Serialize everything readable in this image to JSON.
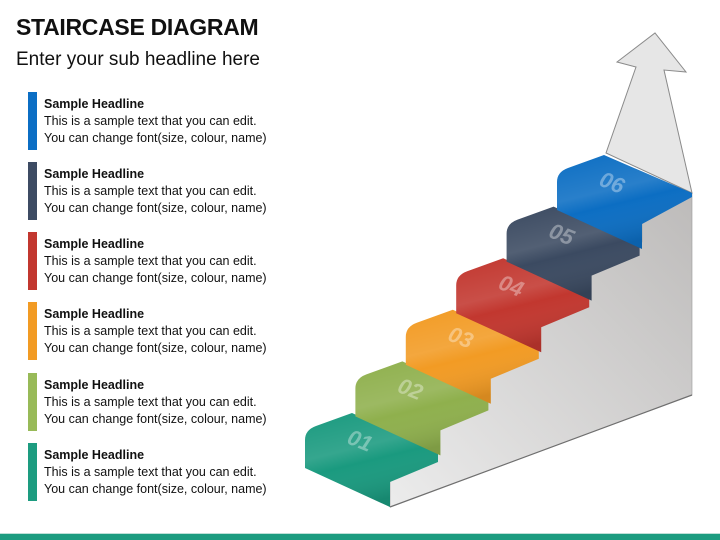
{
  "header": {
    "title": "STAIRCASE DIAGRAM",
    "subtitle": "Enter your sub headline here"
  },
  "items": [
    {
      "headline": "Sample Headline",
      "line1": "This is a sample text that you can edit.",
      "line2": "You can change font(size, colour, name)",
      "color": "#0b6ec4"
    },
    {
      "headline": "Sample Headline",
      "line1": "This is a sample text that you can edit.",
      "line2": "You can change font(size, colour, name)",
      "color": "#3d4b63"
    },
    {
      "headline": "Sample Headline",
      "line1": "This is a sample text that you can edit.",
      "line2": "You can change font(size, colour, name)",
      "color": "#c2372f"
    },
    {
      "headline": "Sample Headline",
      "line1": "This is a sample text that you can edit.",
      "line2": "You can change font(size, colour, name)",
      "color": "#f29b24"
    },
    {
      "headline": "Sample Headline",
      "line1": "This is a sample text that you can edit.",
      "line2": "You can change font(size, colour, name)",
      "color": "#98ba58"
    },
    {
      "headline": "Sample Headline",
      "line1": "This is a sample text that you can edit.",
      "line2": "You can change font(size, colour, name)",
      "color": "#1d9c80"
    }
  ],
  "steps": [
    {
      "label": "01",
      "color": "#1a9a7f",
      "dark": "#137a64"
    },
    {
      "label": "02",
      "color": "#8fb04d",
      "dark": "#728f38"
    },
    {
      "label": "03",
      "color": "#f29b24",
      "dark": "#d07e12"
    },
    {
      "label": "04",
      "color": "#c2372f",
      "dark": "#9b2822"
    },
    {
      "label": "05",
      "color": "#3b4a61",
      "dark": "#2b374a"
    },
    {
      "label": "06",
      "color": "#0c6ec3",
      "dark": "#08589e"
    }
  ],
  "arrow": {
    "color": "#e6e6e6",
    "stroke": "#8a8a8a"
  },
  "footer": {
    "color": "#1d9c80"
  }
}
